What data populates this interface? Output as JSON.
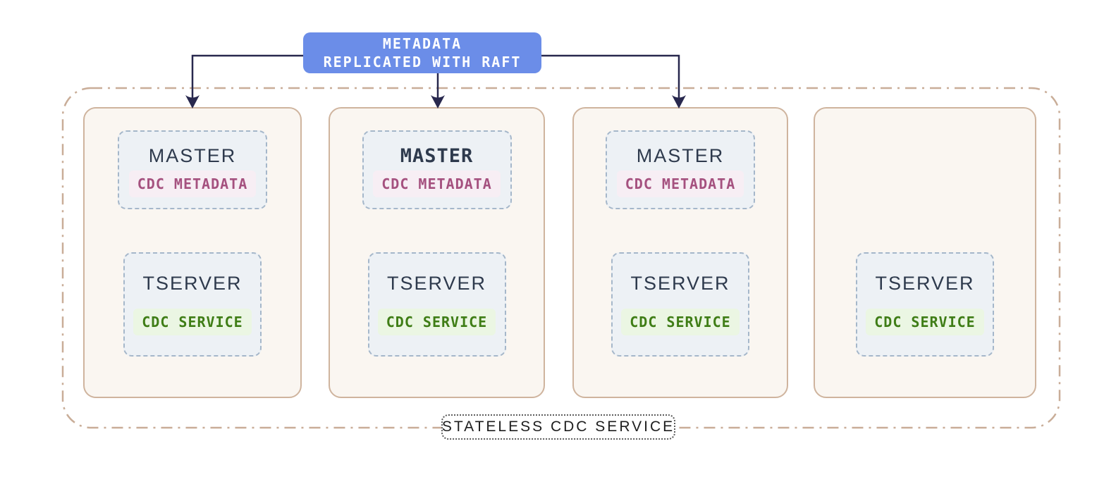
{
  "metadata_box": {
    "line1": "METADATA",
    "line2": "REPLICATED WITH RAFT"
  },
  "cluster": {
    "label": "STATELESS CDC SERVICE"
  },
  "nodes": [
    {
      "master_title": "MASTER",
      "master_badge": "CDC METADATA",
      "master_leader": false,
      "tserver_title": "TSERVER",
      "tserver_badge": "CDC SERVICE"
    },
    {
      "master_title": "MASTER",
      "master_badge": "CDC METADATA",
      "master_leader": true,
      "tserver_title": "TSERVER",
      "tserver_badge": "CDC SERVICE"
    },
    {
      "master_title": "MASTER",
      "master_badge": "CDC METADATA",
      "master_leader": false,
      "tserver_title": "TSERVER",
      "tserver_badge": "CDC SERVICE"
    },
    {
      "tserver_title": "TSERVER",
      "tserver_badge": "CDC SERVICE"
    }
  ],
  "colors": {
    "raft_box_blue": "#6b8de8",
    "arrow_navy": "#28284e",
    "cluster_border_tan": "#c9ad98",
    "node_border": "#cfb49e",
    "node_bg": "#faf6f1",
    "component_border": "#a5b7ca",
    "component_bg": "#edf1f5",
    "cdc_metadata_text": "#a5517f",
    "cdc_metadata_bg": "#f7eef4",
    "cdc_service_text": "#3f7d16",
    "cdc_service_bg": "#ebf6e3",
    "heading_text": "#2e3a4d"
  }
}
